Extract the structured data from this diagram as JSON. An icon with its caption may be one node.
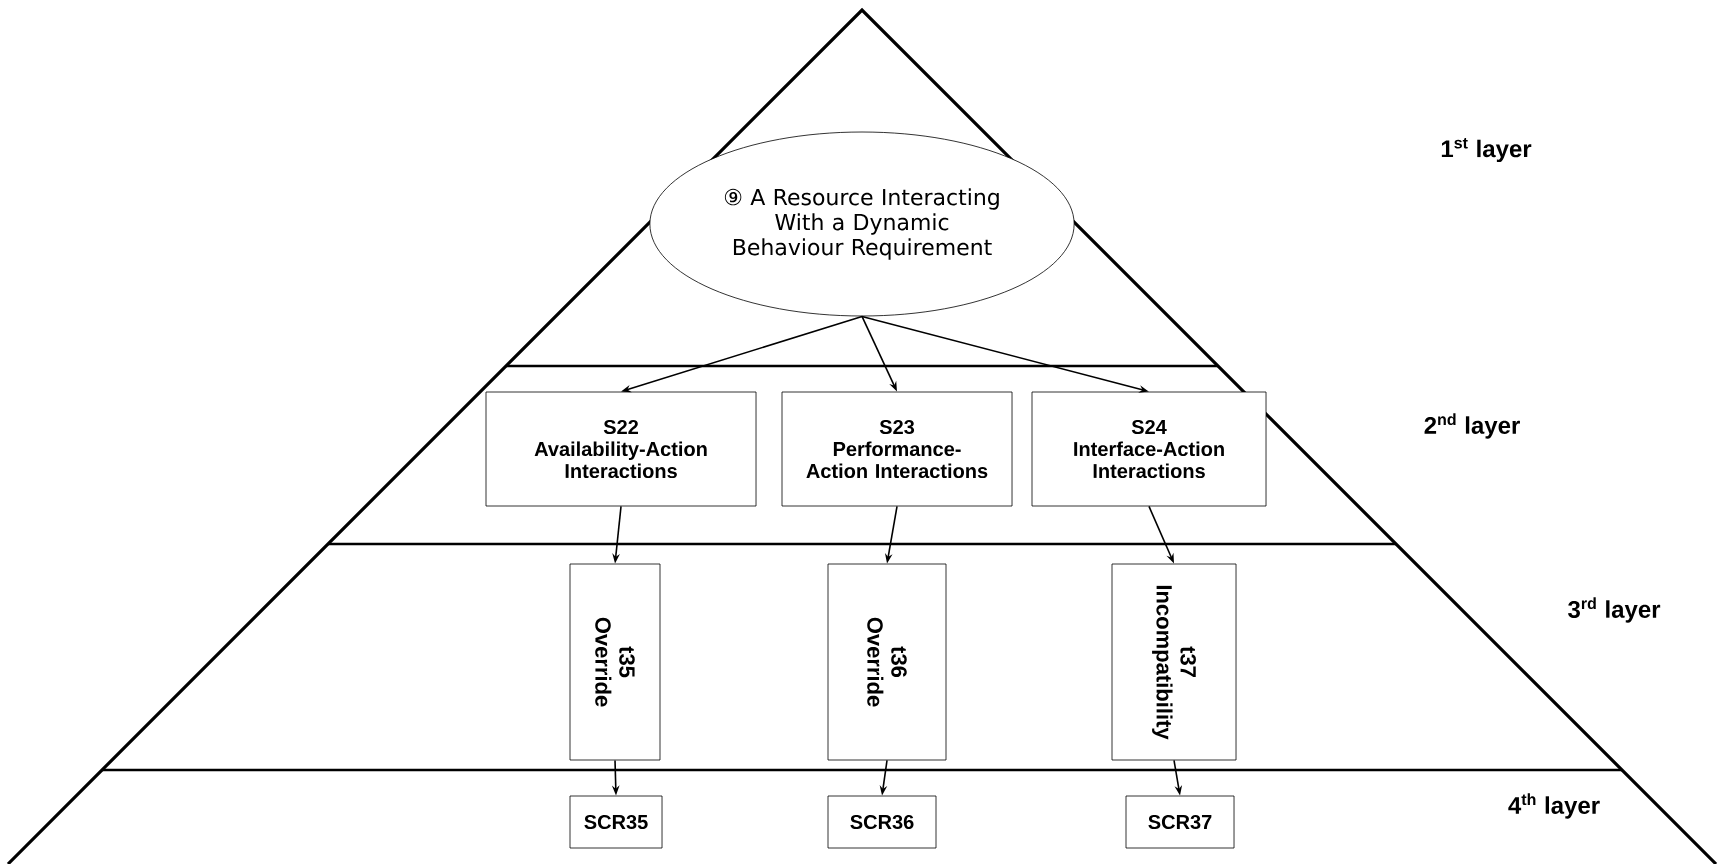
{
  "diagram": {
    "nodes": [
      {
        "text": [
          "⑨ A Resource Interacting With a Dynamic Behaviour Requirement"
        ]
      },
      {
        "text": [
          "S22",
          "Availability-Action Interactions"
        ]
      },
      {
        "text": [
          "S23",
          "Performance-Action Interactions"
        ]
      },
      {
        "text": [
          "S24",
          "Interface-Action Interactions"
        ]
      },
      {
        "text": [
          "t35",
          "Override"
        ]
      },
      {
        "text": [
          "t36",
          "Override"
        ]
      },
      {
        "text": [
          "t37",
          "Incompatibility"
        ]
      },
      {
        "text": [
          "SCR35"
        ]
      },
      {
        "text": [
          "SCR36"
        ]
      },
      {
        "text": [
          "SCR37"
        ]
      }
    ],
    "edges": [
      {
        "from": 0,
        "to": 1,
        "arrow": "to"
      },
      {
        "from": 0,
        "to": 2,
        "arrow": "to"
      },
      {
        "from": 0,
        "to": 3,
        "arrow": "to"
      },
      {
        "from": 1,
        "to": 4,
        "arrow": "to"
      },
      {
        "from": 2,
        "to": 5,
        "arrow": "to"
      },
      {
        "from": 3,
        "to": 6,
        "arrow": "to"
      },
      {
        "from": 4,
        "to": 7,
        "arrow": "to"
      },
      {
        "from": 5,
        "to": 8,
        "arrow": "to"
      },
      {
        "from": 6,
        "to": 9,
        "arrow": "to"
      }
    ],
    "labels": [
      "1$^{st}$ layer",
      "2$^{nd}$ layer",
      "3$^{rd}$ layer",
      "4$^{th}$ layer"
    ]
  }
}
